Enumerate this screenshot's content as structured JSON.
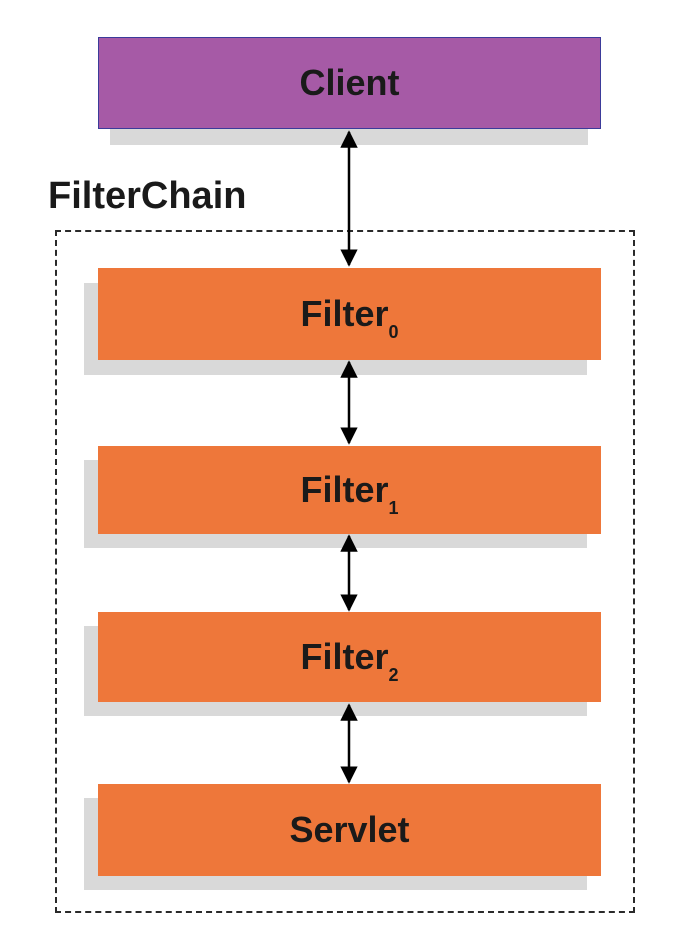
{
  "colors": {
    "client_fill": "#a65aa6",
    "client_border": "#3b3b9a",
    "filter_fill": "#ee773a",
    "arrow": "#000000",
    "shadow": "#d9d9d9"
  },
  "client": {
    "label": "Client"
  },
  "chain": {
    "label": "FilterChain"
  },
  "filters": [
    {
      "label": "Filter",
      "sub": "0"
    },
    {
      "label": "Filter",
      "sub": "1"
    },
    {
      "label": "Filter",
      "sub": "2"
    }
  ],
  "servlet": {
    "label": "Servlet"
  }
}
